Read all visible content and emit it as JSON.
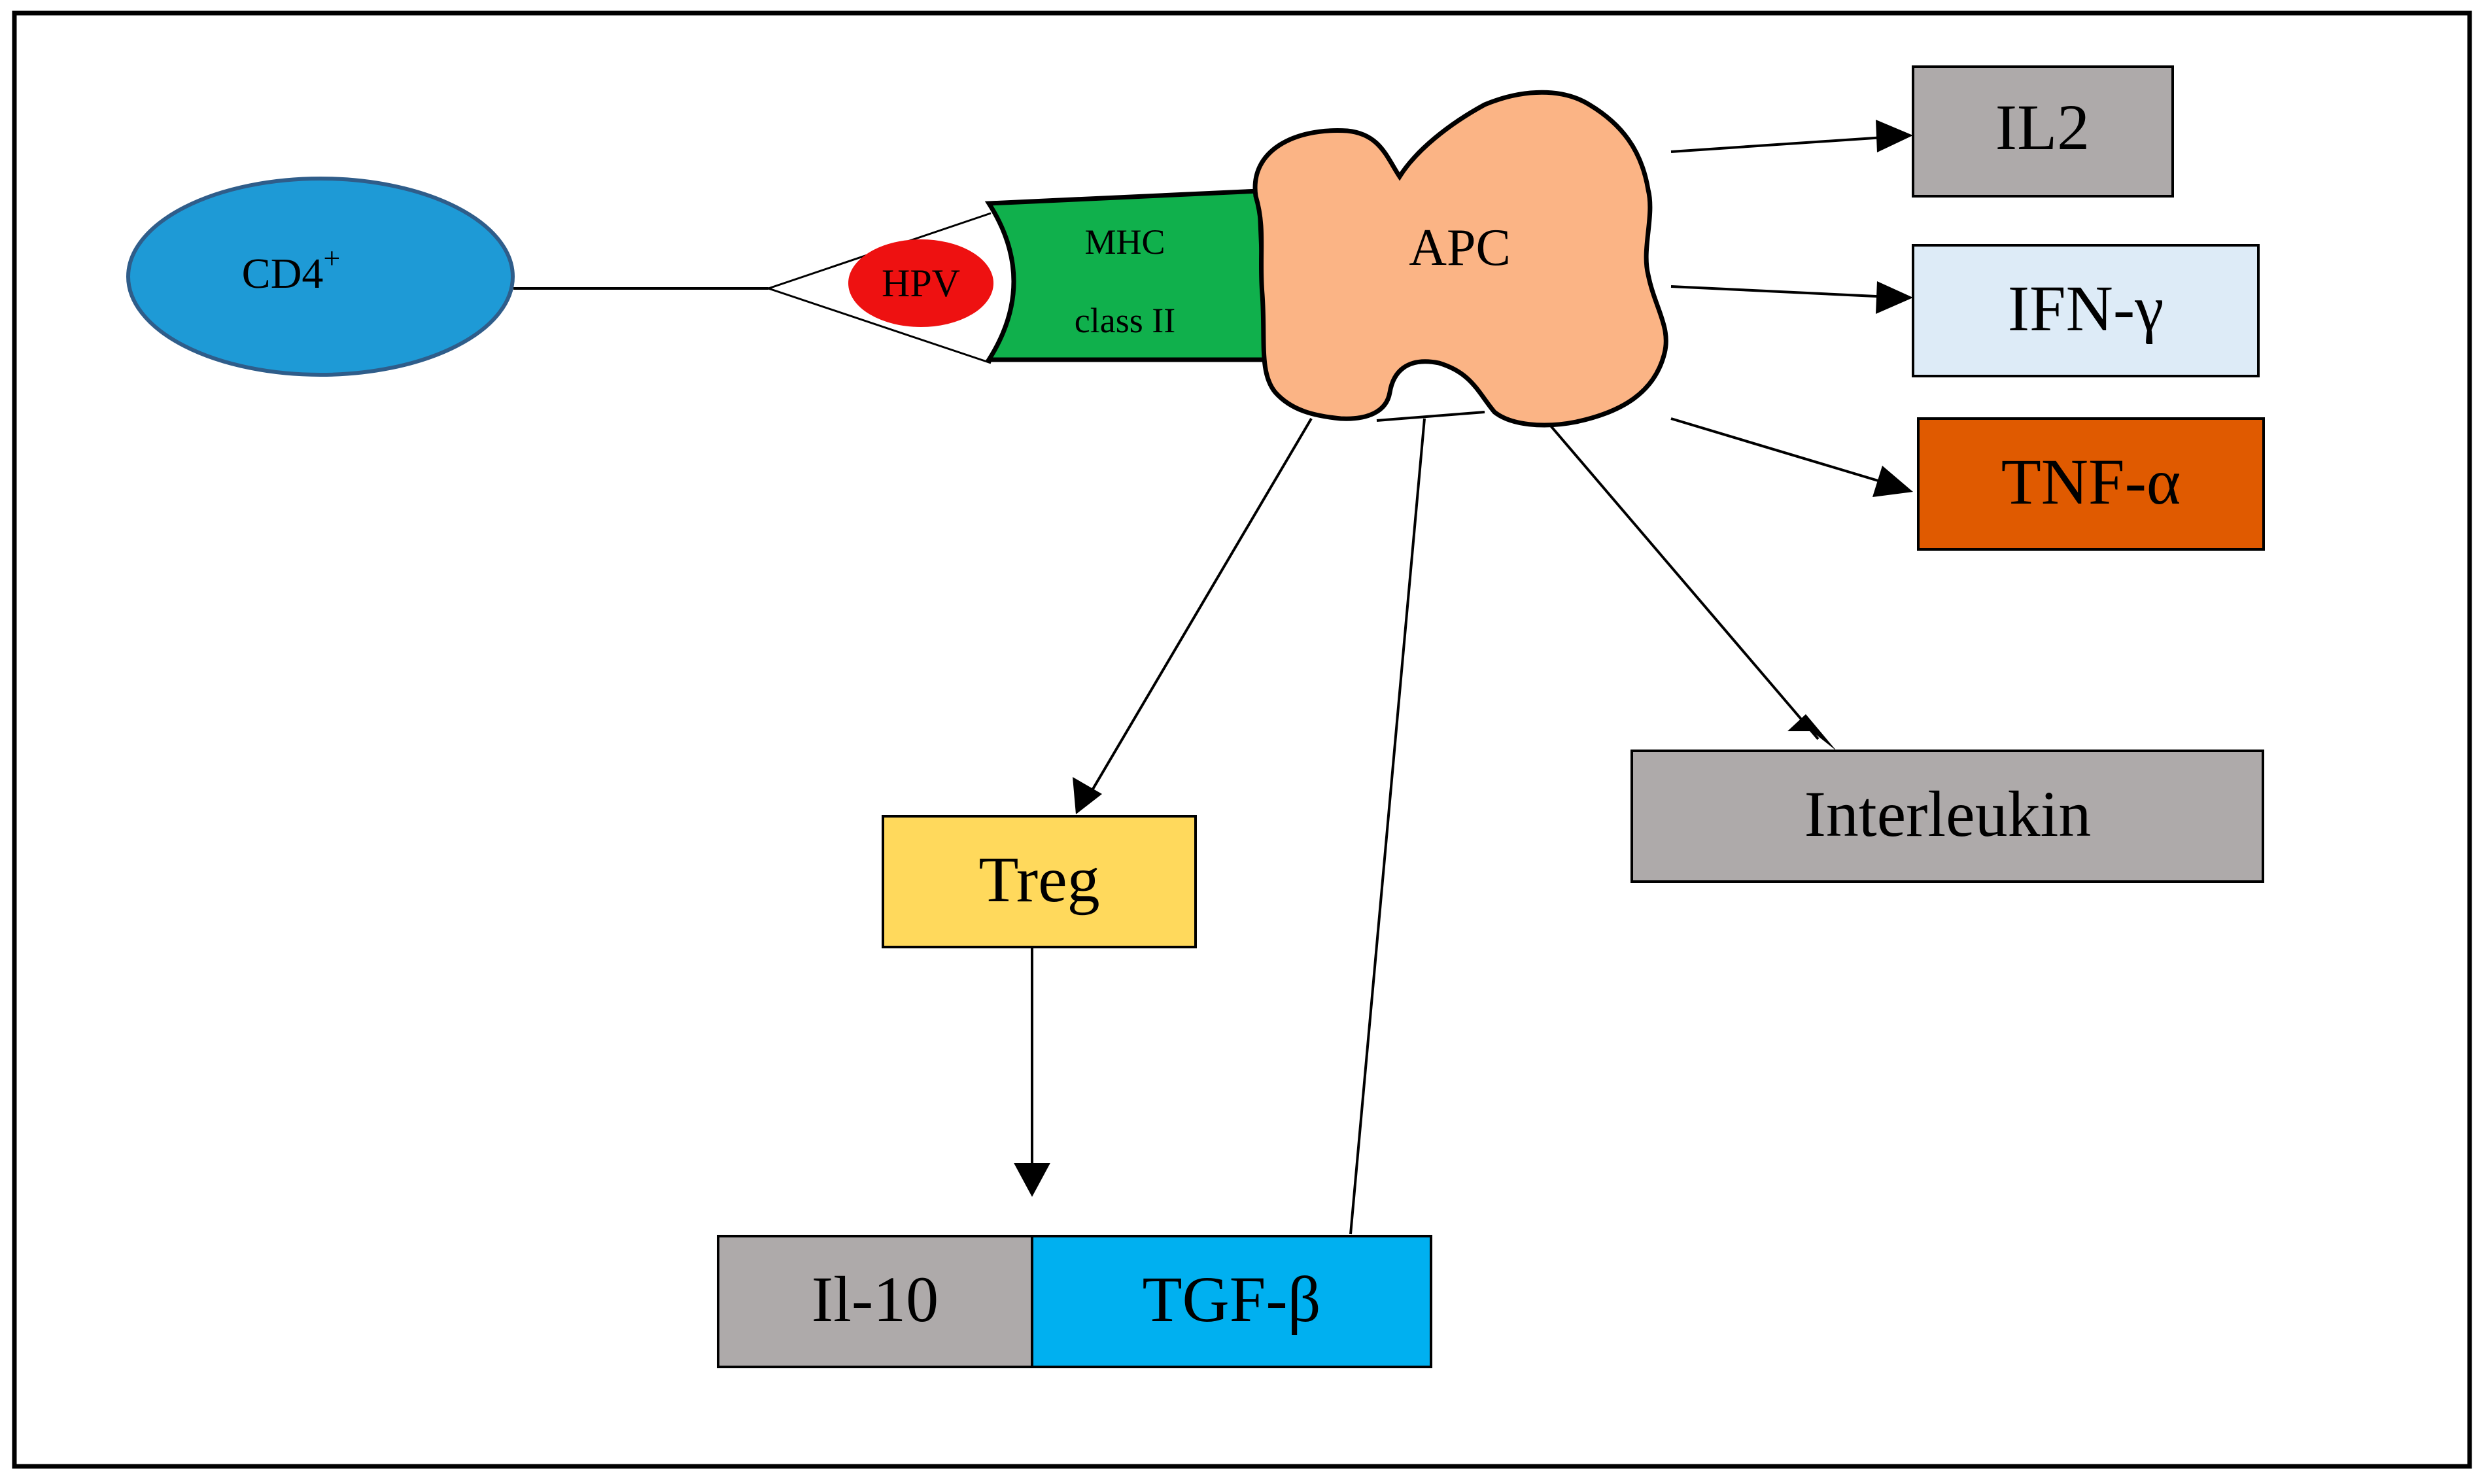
{
  "diagram": {
    "nodes": {
      "cd4": {
        "label": "CD4",
        "superscript": "+",
        "color": "#1E9AD6"
      },
      "hpv": {
        "label": "HPV",
        "color": "#EE1111"
      },
      "mhc": {
        "line1": "MHC",
        "line2": "class II",
        "color": "#10B04C"
      },
      "apc": {
        "label": "APC",
        "color": "#FBB485"
      },
      "il2": {
        "label": "IL2",
        "color": "#AEAAAA"
      },
      "ifn": {
        "label": "IFN-γ",
        "color": "#DDEBF7"
      },
      "tnf": {
        "label": "TNF-α",
        "color": "#E05A00"
      },
      "interleukin": {
        "label": "Interleukin",
        "color": "#AEAAAA"
      },
      "treg": {
        "label": "Treg",
        "color": "#FFD95C"
      },
      "il10": {
        "label": "Il-10",
        "color": "#AEAAAA"
      },
      "tgf": {
        "label": "TGF-β",
        "color": "#00B0F0"
      }
    },
    "edges": [
      {
        "from": "apc",
        "to": "il2",
        "type": "arrow"
      },
      {
        "from": "apc",
        "to": "ifn",
        "type": "arrow"
      },
      {
        "from": "apc",
        "to": "tnf",
        "type": "arrow"
      },
      {
        "from": "apc",
        "to": "interleukin",
        "type": "arrow"
      },
      {
        "from": "apc",
        "to": "treg",
        "type": "arrow"
      },
      {
        "from": "treg",
        "to": "il10",
        "type": "arrow"
      },
      {
        "from": "tgf",
        "to": "apc",
        "type": "inhibition"
      },
      {
        "from": "cd4",
        "to": "hpv",
        "type": "line"
      }
    ]
  }
}
